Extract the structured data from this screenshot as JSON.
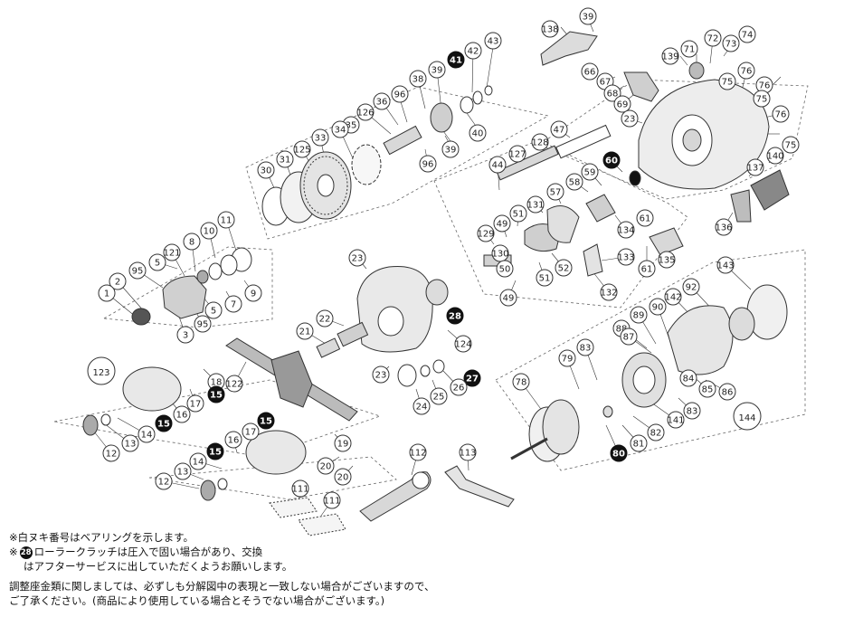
{
  "diagram": {
    "parts": [
      {
        "id": "39a",
        "label": "39",
        "style": "white"
      },
      {
        "id": "138",
        "label": "138",
        "style": "white"
      },
      {
        "id": "72",
        "label": "72",
        "style": "white"
      },
      {
        "id": "73",
        "label": "73",
        "style": "white"
      },
      {
        "id": "74",
        "label": "74",
        "style": "white"
      },
      {
        "id": "71",
        "label": "71",
        "style": "white"
      },
      {
        "id": "139",
        "label": "139",
        "style": "white"
      },
      {
        "id": "76a",
        "label": "76",
        "style": "white"
      },
      {
        "id": "76b",
        "label": "76",
        "style": "white"
      },
      {
        "id": "76c",
        "label": "76",
        "style": "white"
      },
      {
        "id": "75a",
        "label": "75",
        "style": "white"
      },
      {
        "id": "75b",
        "label": "75",
        "style": "white"
      },
      {
        "id": "75c",
        "label": "75",
        "style": "white"
      },
      {
        "id": "66",
        "label": "66",
        "style": "white"
      },
      {
        "id": "67",
        "label": "67",
        "style": "white"
      },
      {
        "id": "68",
        "label": "68",
        "style": "white"
      },
      {
        "id": "69",
        "label": "69",
        "style": "white"
      },
      {
        "id": "43",
        "label": "43",
        "style": "white"
      },
      {
        "id": "42",
        "label": "42",
        "style": "white"
      },
      {
        "id": "41",
        "label": "41",
        "style": "black"
      },
      {
        "id": "39b",
        "label": "39",
        "style": "white"
      },
      {
        "id": "38",
        "label": "38",
        "style": "white"
      },
      {
        "id": "40",
        "label": "40",
        "style": "white"
      },
      {
        "id": "39c",
        "label": "39",
        "style": "white"
      },
      {
        "id": "96a",
        "label": "96",
        "style": "white"
      },
      {
        "id": "96b",
        "label": "96",
        "style": "white"
      },
      {
        "id": "36",
        "label": "36",
        "style": "white"
      },
      {
        "id": "126",
        "label": "126",
        "style": "white"
      },
      {
        "id": "35",
        "label": "35",
        "style": "white"
      },
      {
        "id": "34",
        "label": "34",
        "style": "white"
      },
      {
        "id": "33",
        "label": "33",
        "style": "white"
      },
      {
        "id": "125",
        "label": "125",
        "style": "white"
      },
      {
        "id": "31",
        "label": "31",
        "style": "white"
      },
      {
        "id": "30",
        "label": "30",
        "style": "white"
      },
      {
        "id": "23a",
        "label": "23",
        "style": "white"
      },
      {
        "id": "47",
        "label": "47",
        "style": "white"
      },
      {
        "id": "128",
        "label": "128",
        "style": "white"
      },
      {
        "id": "127",
        "label": "127",
        "style": "white"
      },
      {
        "id": "44",
        "label": "44",
        "style": "white"
      },
      {
        "id": "60",
        "label": "60",
        "style": "black"
      },
      {
        "id": "59",
        "label": "59",
        "style": "white"
      },
      {
        "id": "58",
        "label": "58",
        "style": "white"
      },
      {
        "id": "57",
        "label": "57",
        "style": "white"
      },
      {
        "id": "131",
        "label": "131",
        "style": "white"
      },
      {
        "id": "51a",
        "label": "51",
        "style": "white"
      },
      {
        "id": "49a",
        "label": "49",
        "style": "white"
      },
      {
        "id": "129",
        "label": "129",
        "style": "white"
      },
      {
        "id": "130",
        "label": "130",
        "style": "white"
      },
      {
        "id": "50",
        "label": "50",
        "style": "white"
      },
      {
        "id": "52",
        "label": "52",
        "style": "white"
      },
      {
        "id": "51b",
        "label": "51",
        "style": "white"
      },
      {
        "id": "49b",
        "label": "49",
        "style": "white"
      },
      {
        "id": "134",
        "label": "134",
        "style": "white"
      },
      {
        "id": "61a",
        "label": "61",
        "style": "white"
      },
      {
        "id": "61b",
        "label": "61",
        "style": "white"
      },
      {
        "id": "135",
        "label": "135",
        "style": "white"
      },
      {
        "id": "133",
        "label": "133",
        "style": "white"
      },
      {
        "id": "132",
        "label": "132",
        "style": "white"
      },
      {
        "id": "136",
        "label": "136",
        "style": "white"
      },
      {
        "id": "137",
        "label": "137",
        "style": "white"
      },
      {
        "id": "140",
        "label": "140",
        "style": "white"
      },
      {
        "id": "11",
        "label": "11",
        "style": "white"
      },
      {
        "id": "10",
        "label": "10",
        "style": "white"
      },
      {
        "id": "8",
        "label": "8",
        "style": "white"
      },
      {
        "id": "121",
        "label": "121",
        "style": "white"
      },
      {
        "id": "5a",
        "label": "5",
        "style": "white"
      },
      {
        "id": "5b",
        "label": "5",
        "style": "white"
      },
      {
        "id": "95a",
        "label": "95",
        "style": "white"
      },
      {
        "id": "95b",
        "label": "95",
        "style": "white"
      },
      {
        "id": "2",
        "label": "2",
        "style": "white"
      },
      {
        "id": "1",
        "label": "1",
        "style": "white"
      },
      {
        "id": "9",
        "label": "9",
        "style": "white"
      },
      {
        "id": "7",
        "label": "7",
        "style": "white"
      },
      {
        "id": "3",
        "label": "3",
        "style": "white"
      },
      {
        "id": "23b",
        "label": "23",
        "style": "white"
      },
      {
        "id": "28",
        "label": "28",
        "style": "black"
      },
      {
        "id": "22",
        "label": "22",
        "style": "white"
      },
      {
        "id": "21",
        "label": "21",
        "style": "white"
      },
      {
        "id": "124",
        "label": "124",
        "style": "white"
      },
      {
        "id": "23c",
        "label": "23",
        "style": "white"
      },
      {
        "id": "27",
        "label": "27",
        "style": "black"
      },
      {
        "id": "26",
        "label": "26",
        "style": "white"
      },
      {
        "id": "25",
        "label": "25",
        "style": "white"
      },
      {
        "id": "24",
        "label": "24",
        "style": "white"
      },
      {
        "id": "123",
        "label": "123",
        "style": "white-large"
      },
      {
        "id": "122",
        "label": "122",
        "style": "white"
      },
      {
        "id": "18",
        "label": "18",
        "style": "white"
      },
      {
        "id": "15a",
        "label": "15",
        "style": "black"
      },
      {
        "id": "17a",
        "label": "17",
        "style": "white"
      },
      {
        "id": "16a",
        "label": "16",
        "style": "white"
      },
      {
        "id": "15b",
        "label": "15",
        "style": "black"
      },
      {
        "id": "14a",
        "label": "14",
        "style": "white"
      },
      {
        "id": "13a",
        "label": "13",
        "style": "white"
      },
      {
        "id": "12a",
        "label": "12",
        "style": "white"
      },
      {
        "id": "15c",
        "label": "15",
        "style": "black"
      },
      {
        "id": "17b",
        "label": "17",
        "style": "white"
      },
      {
        "id": "16b",
        "label": "16",
        "style": "white"
      },
      {
        "id": "15d",
        "label": "15",
        "style": "black"
      },
      {
        "id": "14b",
        "label": "14",
        "style": "white"
      },
      {
        "id": "13b",
        "label": "13",
        "style": "white"
      },
      {
        "id": "12b",
        "label": "12",
        "style": "white"
      },
      {
        "id": "19",
        "label": "19",
        "style": "white"
      },
      {
        "id": "20a",
        "label": "20",
        "style": "white"
      },
      {
        "id": "20b",
        "label": "20",
        "style": "white"
      },
      {
        "id": "111a",
        "label": "111",
        "style": "white"
      },
      {
        "id": "111b",
        "label": "111",
        "style": "white"
      },
      {
        "id": "112",
        "label": "112",
        "style": "white"
      },
      {
        "id": "113",
        "label": "113",
        "style": "white"
      },
      {
        "id": "143",
        "label": "143",
        "style": "white"
      },
      {
        "id": "92",
        "label": "92",
        "style": "white"
      },
      {
        "id": "142",
        "label": "142",
        "style": "white"
      },
      {
        "id": "89",
        "label": "89",
        "style": "white"
      },
      {
        "id": "90",
        "label": "90",
        "style": "white"
      },
      {
        "id": "88",
        "label": "88",
        "style": "white"
      },
      {
        "id": "87",
        "label": "87",
        "style": "white"
      },
      {
        "id": "83a",
        "label": "83",
        "style": "white"
      },
      {
        "id": "79",
        "label": "79",
        "style": "white"
      },
      {
        "id": "84",
        "label": "84",
        "style": "white"
      },
      {
        "id": "85",
        "label": "85",
        "style": "white"
      },
      {
        "id": "86",
        "label": "86",
        "style": "white"
      },
      {
        "id": "83b",
        "label": "83",
        "style": "white"
      },
      {
        "id": "78",
        "label": "78",
        "style": "white"
      },
      {
        "id": "141",
        "label": "141",
        "style": "white"
      },
      {
        "id": "82",
        "label": "82",
        "style": "white"
      },
      {
        "id": "81",
        "label": "81",
        "style": "white"
      },
      {
        "id": "80",
        "label": "80",
        "style": "black"
      },
      {
        "id": "144",
        "label": "144",
        "style": "white-large"
      }
    ]
  },
  "notes": {
    "line1": "※白ヌキ番号はベアリングを示します。",
    "line2_prefix": "※",
    "line2_badge": "28",
    "line2_text": "ローラークラッチは圧入で固い場合があり、交換",
    "line3": "はアフターサービスに出していただくようお願いします。",
    "line4": "調整座金類に関しましては、必ずしも分解図中の表現と一致しない場合がございますので、",
    "line5": "ご了承ください。(商品により使用している場合とそうでない場合がございます。)"
  }
}
